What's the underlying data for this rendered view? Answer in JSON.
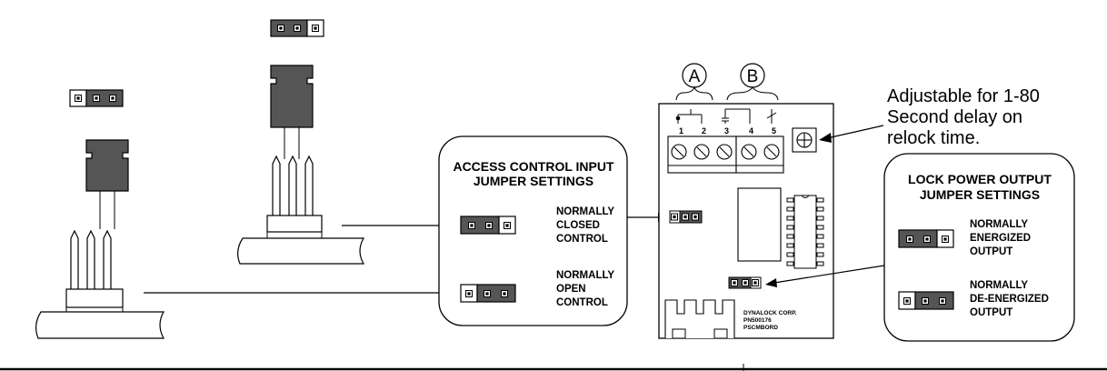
{
  "circle_labels": {
    "a": "A",
    "b": "B"
  },
  "delay_note": [
    "Adjustable for 1-80",
    "Second delay on",
    "relock time."
  ],
  "access_control": {
    "title": [
      "ACCESS CONTROL INPUT",
      "JUMPER SETTINGS"
    ],
    "normally_closed": [
      "NORMALLY",
      "CLOSED",
      "CONTROL"
    ],
    "normally_open": [
      "NORMALLY",
      "OPEN",
      "CONTROL"
    ]
  },
  "lock_power": {
    "title": [
      "LOCK POWER OUTPUT",
      "JUMPER SETTINGS"
    ],
    "energized": [
      "NORMALLY",
      "ENERGIZED",
      "OUTPUT"
    ],
    "de_energized": [
      "NORMALLY",
      "DE-ENERGIZED",
      "OUTPUT"
    ]
  },
  "board_label": [
    "DYNALOCK CORP.",
    "PN500176",
    "PSCMBORD"
  ],
  "terminal_numbers": [
    "1",
    "2",
    "3",
    "4",
    "5"
  ]
}
